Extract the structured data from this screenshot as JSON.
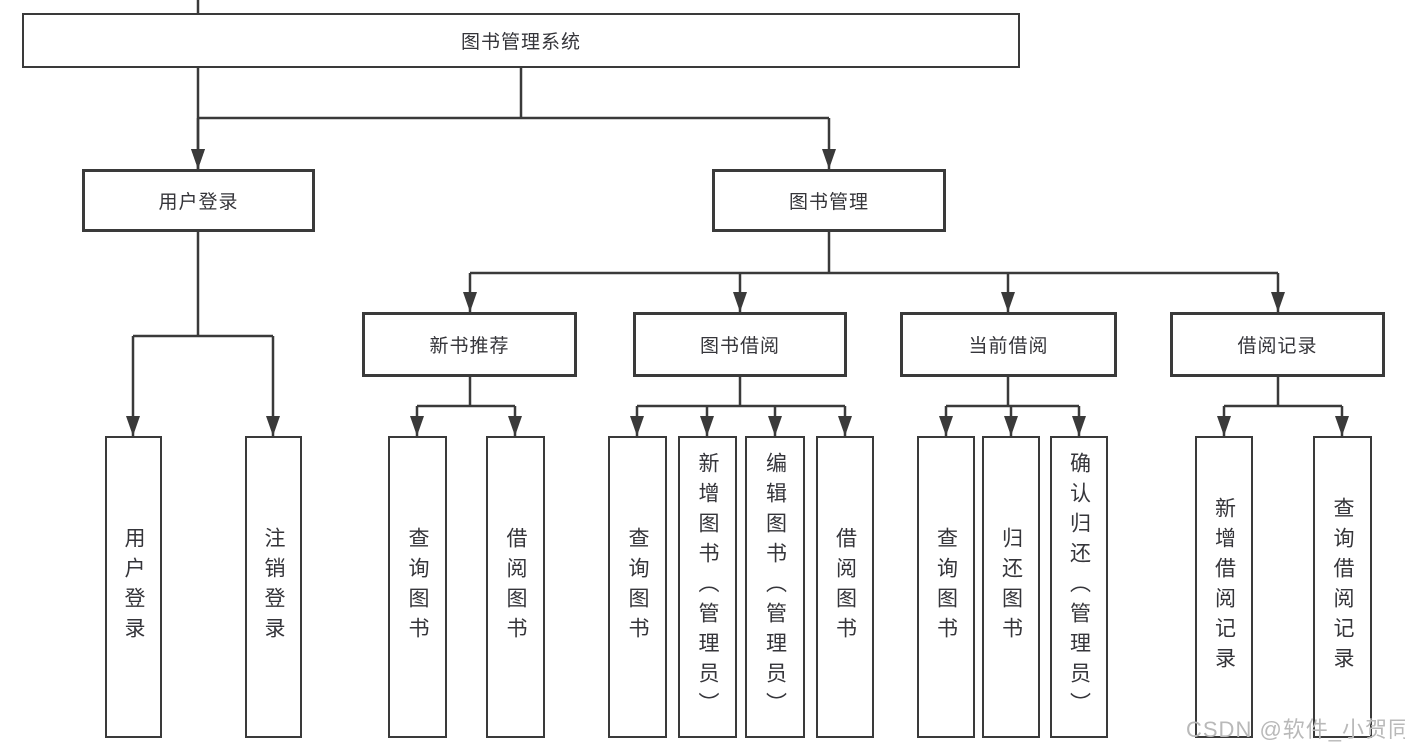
{
  "colors": {
    "line": "#3a3a3a",
    "box_border": "#3a3a3a",
    "text": "#35353a",
    "watermark": "#b9b9b9",
    "background": "#ffffff"
  },
  "nodes": {
    "root": {
      "label": "图书管理系统"
    },
    "level2": [
      {
        "label": "用户登录"
      },
      {
        "label": "图书管理"
      }
    ],
    "level3": [
      {
        "label": "新书推荐"
      },
      {
        "label": "图书借阅"
      },
      {
        "label": "当前借阅"
      },
      {
        "label": "借阅记录"
      }
    ],
    "leaves": [
      {
        "label": "用户登录"
      },
      {
        "label": "注销登录"
      },
      {
        "label": "查询图书"
      },
      {
        "label": "借阅图书"
      },
      {
        "label": "查询图书"
      },
      {
        "label": "新增图书（管理员）"
      },
      {
        "label": "编辑图书（管理员）"
      },
      {
        "label": "借阅图书"
      },
      {
        "label": "查询图书"
      },
      {
        "label": "归还图书"
      },
      {
        "label": "确认归还（管理员）"
      },
      {
        "label": "新增借阅记录"
      },
      {
        "label": "查询借阅记录"
      }
    ]
  },
  "watermark": {
    "text": "CSDN @软件_小贺同学"
  }
}
